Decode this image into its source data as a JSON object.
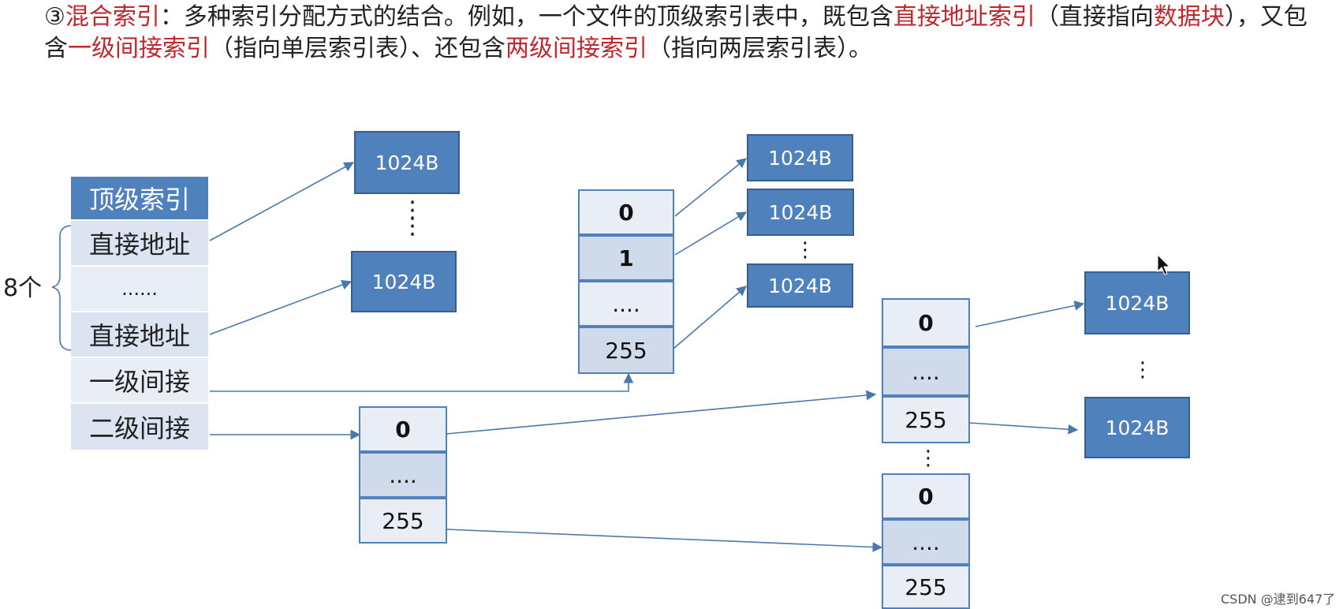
{
  "intro": {
    "num": "③",
    "t1": "混合索引",
    "t2": "：多种索引分配方式的结合。例如，一个文件的顶级索引表中，既包含",
    "t3": "直接地址索引",
    "t4": "（直接指向",
    "t5": "数据块",
    "t6": "），又包含",
    "t7": "一级间接索引",
    "t8": "（指向单层索引表）、还包含",
    "t9": "两级间接索引",
    "t10": "（指向两层索引表）。"
  },
  "top_table": {
    "header": "顶级索引",
    "rows": [
      "直接地址",
      "......",
      "直接地址",
      "一级间接",
      "二级间接"
    ]
  },
  "brace_label": "8个",
  "block_label": "1024B",
  "index_labels": {
    "first": "0",
    "second": "1",
    "dots": "....",
    "last": "255"
  },
  "vdots": "⋮",
  "watermark": "CSDN @逮到647了",
  "colors": {
    "block": "#4f81bd",
    "block_border": "#365f91",
    "highlight": "#c0282d",
    "arrow": "#4a78ad"
  }
}
